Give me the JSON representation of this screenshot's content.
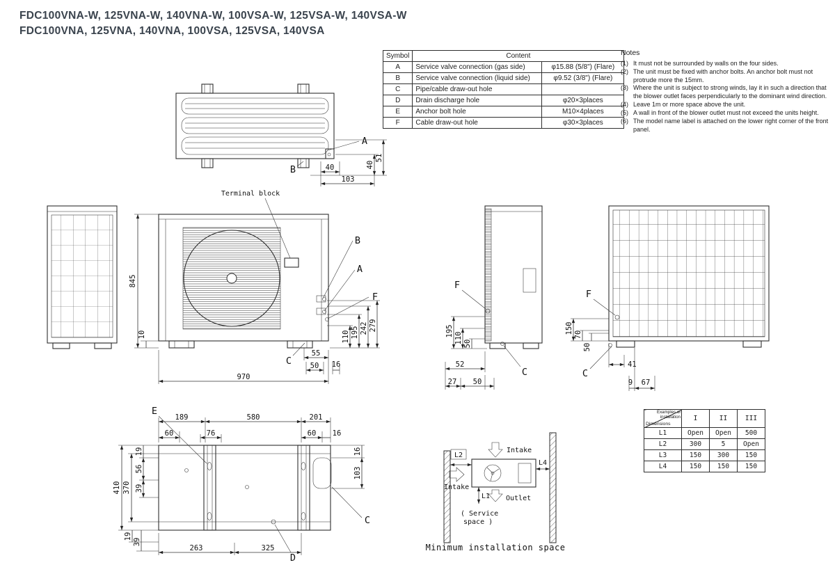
{
  "colors": {
    "line": "#2e2e2e",
    "title_text": "#3a434d",
    "background": "#ffffff"
  },
  "title": {
    "line1": "FDC100VNA-W, 125VNA-W, 140VNA-W, 100VSA-W, 125VSA-W, 140VSA-W",
    "line2": "FDC100VNA, 125VNA, 140VNA, 100VSA, 125VSA, 140VSA"
  },
  "symbol_table": {
    "headers": [
      "Symbol",
      "Content"
    ],
    "rows": [
      {
        "symbol": "A",
        "content": "Service valve connection (gas side)",
        "value": "φ15.88 (5/8\") (Flare)"
      },
      {
        "symbol": "B",
        "content": "Service valve connection (liquid side)",
        "value": "φ9.52 (3/8\") (Flare)"
      },
      {
        "symbol": "C",
        "content": "Pipe/cable draw-out hole",
        "value": ""
      },
      {
        "symbol": "D",
        "content": "Drain discharge hole",
        "value": "φ20×3places"
      },
      {
        "symbol": "E",
        "content": "Anchor bolt hole",
        "value": "M10×4places"
      },
      {
        "symbol": "F",
        "content": "Cable draw-out hole",
        "value": "φ30×3places"
      }
    ]
  },
  "notes": {
    "heading": "Notes",
    "items": [
      {
        "num": "(1)",
        "text": "It must not be surrounded by walls on the four sides."
      },
      {
        "num": "(2)",
        "text": "The unit must be fixed with anchor bolts. An anchor bolt must not protrude more the 15mm."
      },
      {
        "num": "(3)",
        "text": "Where the unit is subject to strong winds, lay it in such a direction that the blower outlet faces perpendicularly to the dominant wind direction."
      },
      {
        "num": "(4)",
        "text": "Leave 1m or more space above the unit."
      },
      {
        "num": "(5)",
        "text": "A wall in front of the blower outlet must not exceed the units height."
      },
      {
        "num": "(6)",
        "text": "The model name label is attached on the lower right corner of the front panel."
      }
    ]
  },
  "top_view": {
    "label_a": "A",
    "label_b": "B",
    "dim_40h": "40",
    "dim_40v": "40",
    "dim_51": "51",
    "dim_103": "103"
  },
  "front_view": {
    "terminal_block": "Terminal block",
    "dim_845": "845",
    "dim_10": "10",
    "dim_970": "970",
    "dim_55": "55",
    "dim_50": "50",
    "dim_16": "16",
    "dim_110": "110",
    "dim_195": "195",
    "dim_242": "242",
    "dim_279": "279",
    "label_a": "A",
    "label_b": "B",
    "label_c": "C",
    "label_f": "F"
  },
  "side_view": {
    "label_f": "F",
    "label_c": "C",
    "dim_195": "195",
    "dim_110": "110",
    "dim_50": "50",
    "dim_52": "52",
    "dim_27": "27",
    "dim_50b": "50"
  },
  "back_view": {
    "label_f": "F",
    "label_c": "C",
    "dim_150": "150",
    "dim_70": "70",
    "dim_50": "50",
    "dim_41": "41",
    "dim_9": "9",
    "dim_67": "67"
  },
  "bottom_view": {
    "label_e": "E",
    "label_d": "D",
    "label_c": "C",
    "dim_189": "189",
    "dim_580": "580",
    "dim_201": "201",
    "dim_60a": "60",
    "dim_76": "76",
    "dim_60b": "60",
    "dim_16a": "16",
    "dim_19a": "19",
    "dim_56": "56",
    "dim_39a": "39",
    "dim_19b": "19",
    "dim_39b": "39",
    "dim_410": "410",
    "dim_370": "370",
    "dim_263": "263",
    "dim_325": "325",
    "dim_16b": "16",
    "dim_103": "103"
  },
  "install": {
    "l1": "L1",
    "l2": "L2",
    "l4": "L4",
    "intake_top": "Intake",
    "intake_left": "Intake",
    "outlet": "Outlet",
    "service_1": "( Service",
    "service_2": "space )",
    "caption": "Minimum installation space"
  },
  "dim_table": {
    "corner_top": "Examples of installation",
    "corner_bottom": "Dimensions",
    "columns": [
      "I",
      "II",
      "III"
    ],
    "rows": [
      {
        "name": "L1",
        "values": [
          "Open",
          "Open",
          "500"
        ]
      },
      {
        "name": "L2",
        "values": [
          "300",
          "5",
          "Open"
        ]
      },
      {
        "name": "L3",
        "values": [
          "150",
          "300",
          "150"
        ]
      },
      {
        "name": "L4",
        "values": [
          "150",
          "150",
          "150"
        ]
      }
    ]
  }
}
